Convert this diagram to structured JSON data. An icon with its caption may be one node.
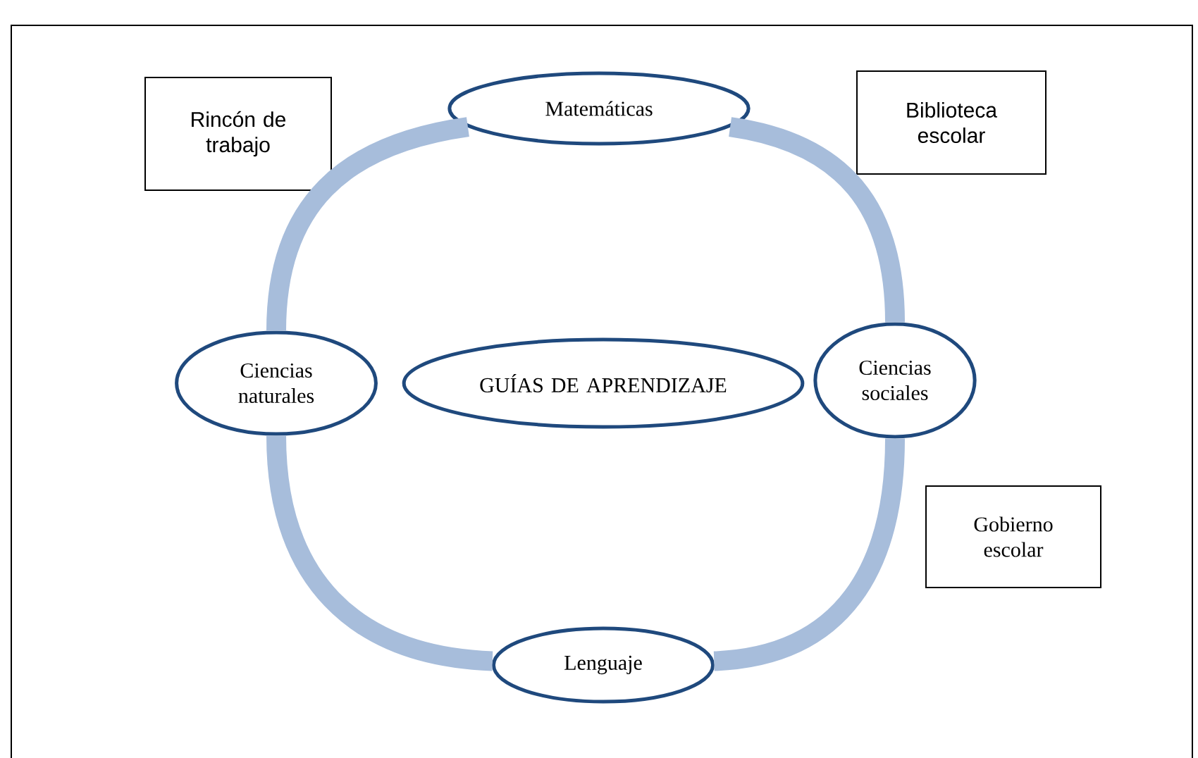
{
  "diagram": {
    "nodes": [
      {
        "text": [
          "GUÍAS DE APRENDIZAJE"
        ]
      },
      {
        "text": [
          "Matemáticas"
        ]
      },
      {
        "text": [
          "Ciencias naturales"
        ]
      },
      {
        "text": [
          "Ciencias sociales"
        ]
      },
      {
        "text": [
          "Lenguaje"
        ]
      },
      {
        "text": [
          "Rincón de trabajo"
        ]
      },
      {
        "text": [
          "Biblioteca escolar"
        ]
      },
      {
        "text": [
          "Gobierno escolar"
        ]
      }
    ],
    "edges": [
      {
        "from": 1,
        "to": 3,
        "arrow": "none"
      },
      {
        "from": 3,
        "to": 4,
        "arrow": "none"
      },
      {
        "from": 4,
        "to": 2,
        "arrow": "none"
      },
      {
        "from": 2,
        "to": 1,
        "arrow": "none"
      }
    ]
  }
}
